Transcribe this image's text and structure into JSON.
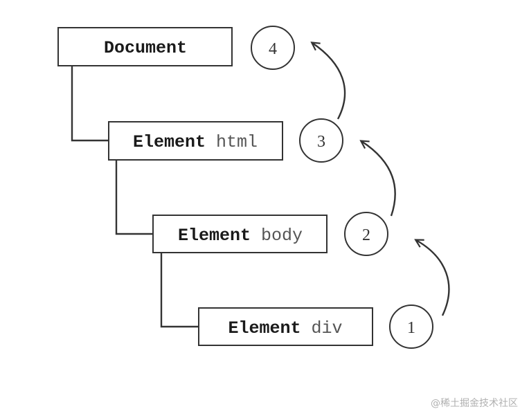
{
  "nodes": [
    {
      "type": "Document",
      "tag": ""
    },
    {
      "type": "Element",
      "tag": "html"
    },
    {
      "type": "Element",
      "tag": "body"
    },
    {
      "type": "Element",
      "tag": "div"
    }
  ],
  "steps": [
    "4",
    "3",
    "2",
    "1"
  ],
  "watermark": "@稀土掘金技术社区",
  "colors": {
    "stroke": "#333333",
    "box_fill": "#ffffff"
  }
}
